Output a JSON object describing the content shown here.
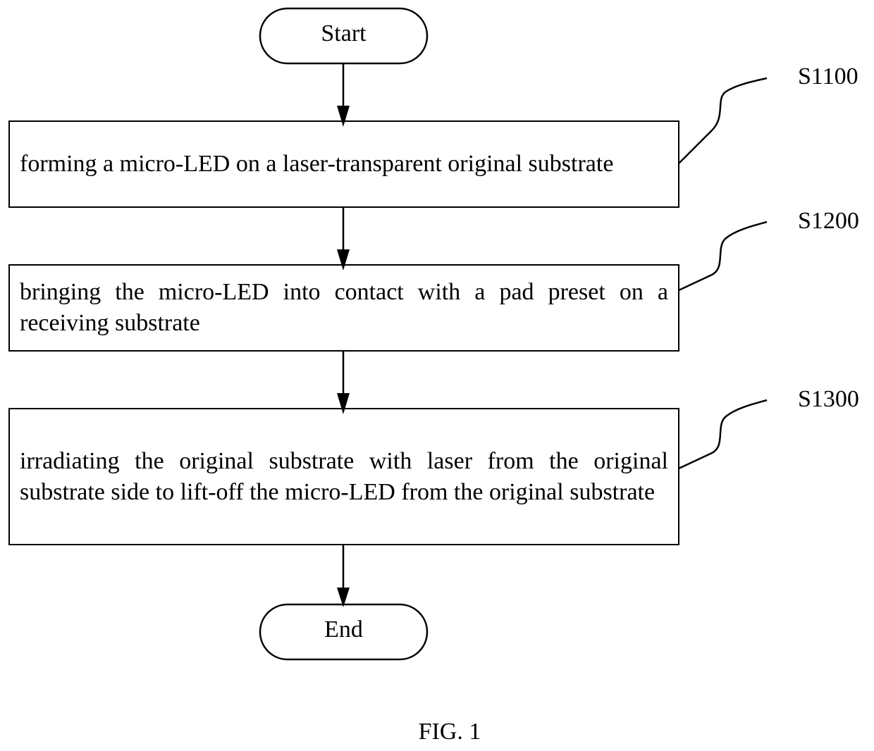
{
  "start": {
    "label": "Start"
  },
  "end": {
    "label": "End"
  },
  "steps": [
    {
      "id": "S1100",
      "text": "forming a micro-LED on a laser-transparent original substrate"
    },
    {
      "id": "S1200",
      "text": "bringing the micro-LED into contact with a pad preset on a receiving substrate"
    },
    {
      "id": "S1300",
      "text": "irradiating the original substrate with laser from the original substrate side to lift-off the micro-LED from the original substrate"
    }
  ],
  "caption": "FIG. 1"
}
